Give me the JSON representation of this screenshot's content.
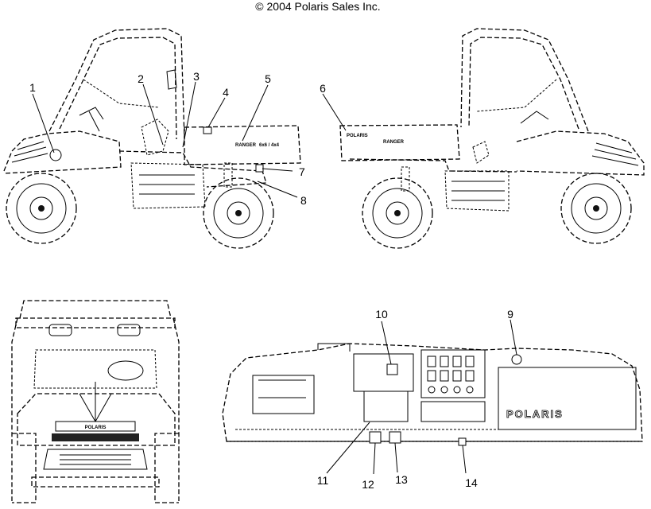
{
  "copyright": "© 2004 Polaris Sales Inc.",
  "brand_mark": "POLARIS",
  "callouts": [
    "1",
    "2",
    "3",
    "4",
    "5",
    "6",
    "7",
    "8",
    "9",
    "10",
    "11",
    "12",
    "13",
    "14"
  ]
}
